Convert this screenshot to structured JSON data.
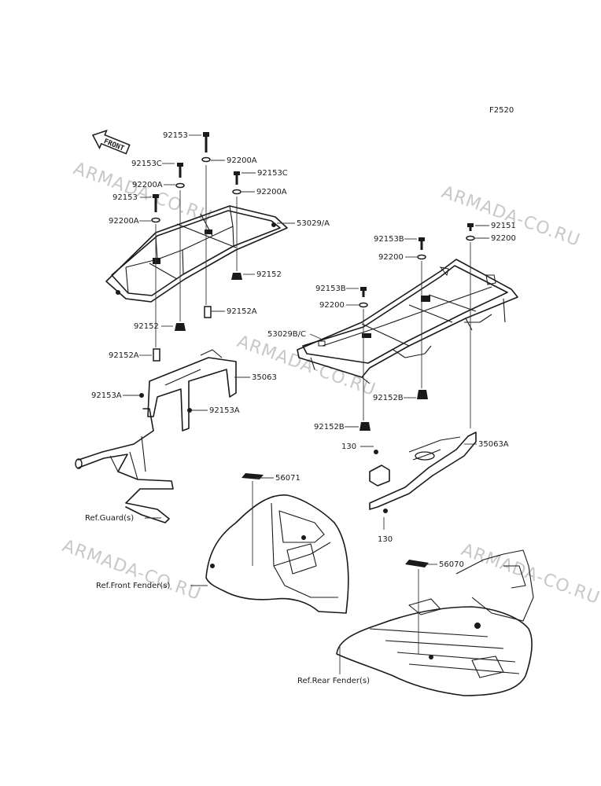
{
  "figure_code": "F2520",
  "front_arrow": "FRONT",
  "watermark": "ARMADA-CO.RU",
  "callouts": [
    "92153",
    "92200A",
    "92153C",
    "92200A",
    "92153C",
    "92200A",
    "92153",
    "92200A",
    "53029/A",
    "92152",
    "92152A",
    "92152",
    "92152A",
    "35063",
    "92153A",
    "92153A",
    "Ref.Guard(s)",
    "56071",
    "Ref.Front Fender(s)",
    "92153B",
    "92151",
    "92200",
    "92200",
    "92153B",
    "92200",
    "53029B/C",
    "92152B",
    "92152B",
    "130",
    "35063A",
    "130",
    "56070",
    "Ref.Rear Fender(s)"
  ]
}
